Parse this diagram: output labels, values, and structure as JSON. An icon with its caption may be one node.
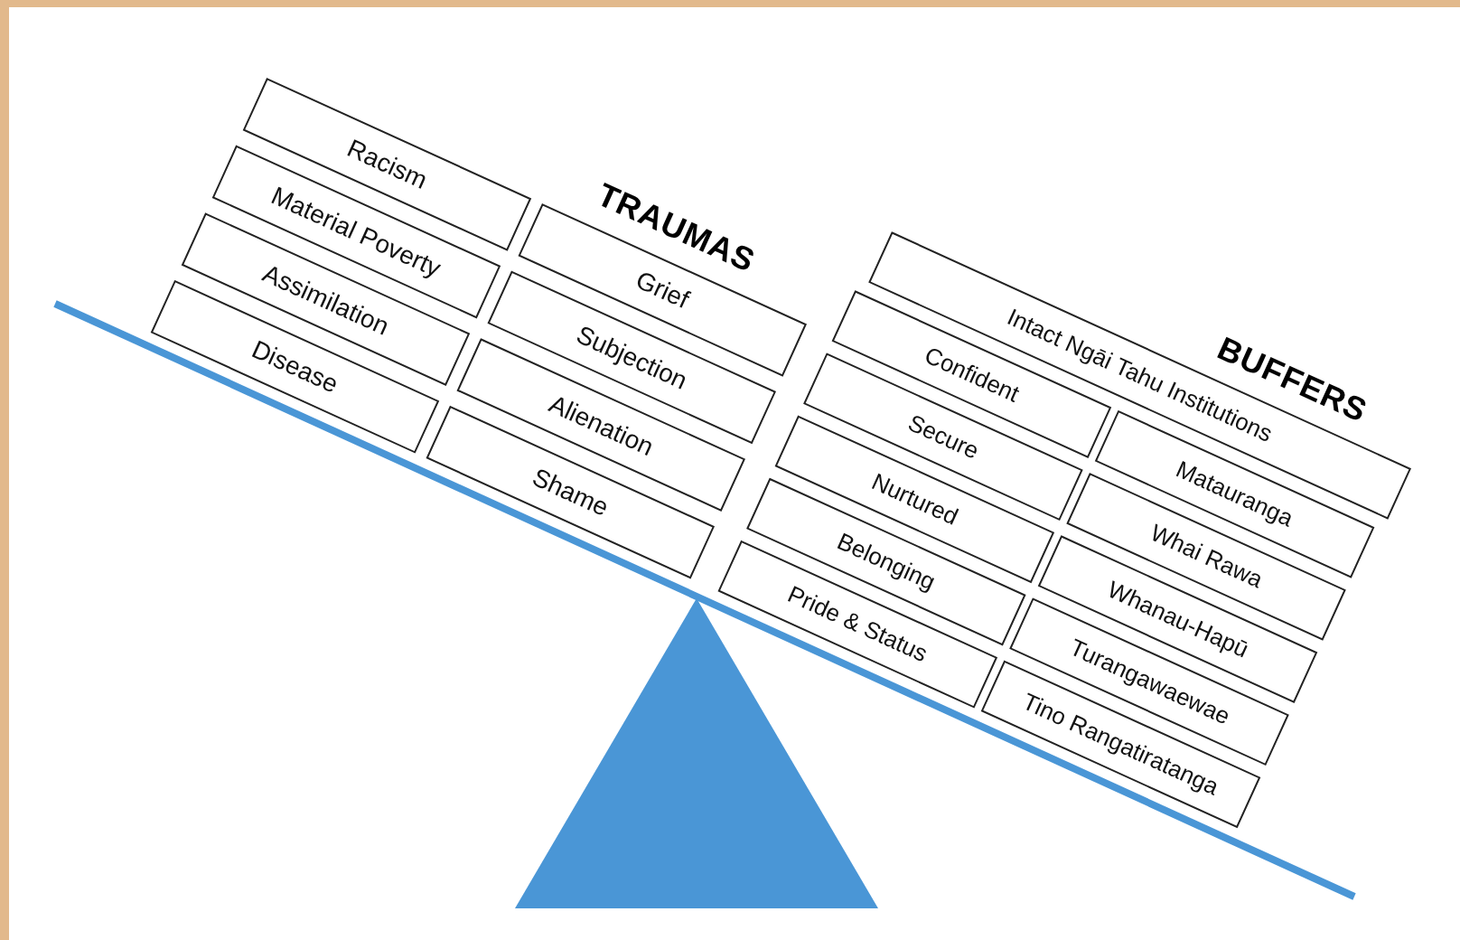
{
  "diagram": {
    "nodes": [
      {
        "text": [
          "Racism"
        ]
      },
      {
        "text": [
          "Material Poverty"
        ]
      },
      {
        "text": [
          "Assimilation"
        ]
      },
      {
        "text": [
          "Disease"
        ]
      },
      {
        "text": [
          "Grief"
        ]
      },
      {
        "text": [
          "Subjection"
        ]
      },
      {
        "text": [
          "Alienation"
        ]
      },
      {
        "text": [
          "Shame"
        ]
      },
      {
        "text": [
          "Intact Ngāi Tahu Institutions"
        ]
      },
      {
        "text": [
          "Confident"
        ]
      },
      {
        "text": [
          "Secure"
        ]
      },
      {
        "text": [
          "Nurtured"
        ]
      },
      {
        "text": [
          "Belonging"
        ]
      },
      {
        "text": [
          "Pride & Status"
        ]
      },
      {
        "text": [
          "Matauranga"
        ]
      },
      {
        "text": [
          "Whai Rawa"
        ]
      },
      {
        "text": [
          "Whanau-Hapū"
        ]
      },
      {
        "text": [
          "Turangawaewae"
        ]
      },
      {
        "text": [
          "Tino Rangatiratanga"
        ]
      }
    ],
    "edges": [],
    "labels": [
      "TRAUMAS",
      "BUFFERS"
    ]
  }
}
